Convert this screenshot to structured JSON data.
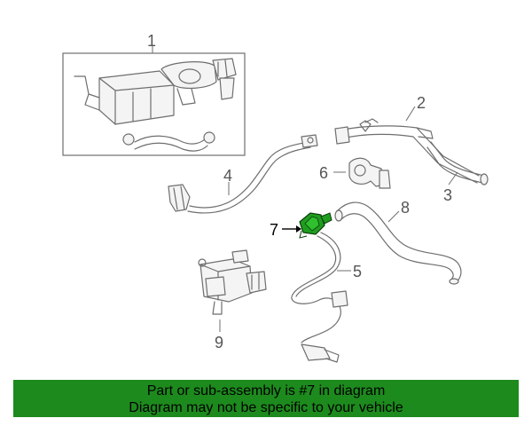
{
  "diagram": {
    "callouts": [
      "1",
      "2",
      "3",
      "4",
      "5",
      "6",
      "7",
      "8",
      "9"
    ],
    "highlighted_part": "7",
    "highlight_color": "#1f9d1f"
  },
  "banner": {
    "line1": "Part or sub-assembly is #7 in diagram",
    "line2": "Diagram may not be specific to your vehicle",
    "background": "#1d8a1d"
  }
}
